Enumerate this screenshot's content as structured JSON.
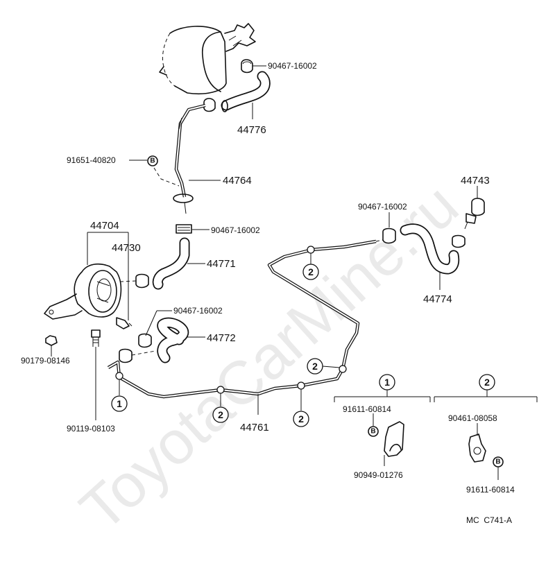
{
  "watermark": "ToyotaCarMine.ru",
  "diagram_code": "MC  C741-A",
  "parts": {
    "reservoir_hose": "44776",
    "clamp_top": "90467-16002",
    "pipe_upper": "44764",
    "bolt_b_left": "91651-40820",
    "clamp_mid": "90467-16002",
    "hose_mid": "44771",
    "pump_assy": "44704",
    "valve": "44730",
    "clamp_lower": "90467-16002",
    "hose_lower": "44772",
    "nut": "90179-08146",
    "bolt": "90119-08103",
    "pipe_main": "44761",
    "check_valve": "44743",
    "clamp_right": "90467-16002",
    "hose_right": "44774"
  },
  "callouts": {
    "one": "1",
    "two": "2",
    "bolt_marker": "B"
  },
  "detail_1": {
    "marker": "1",
    "bolt": "91611-60814",
    "clamp": "90949-01276"
  },
  "detail_2": {
    "marker": "2",
    "clamp": "90461-08058",
    "bolt": "91611-60814"
  }
}
